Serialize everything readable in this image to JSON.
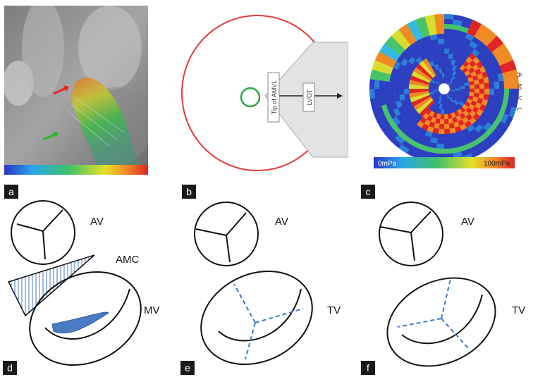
{
  "panels": {
    "a": {
      "tag": "a"
    },
    "b": {
      "tag": "b",
      "box_tip": "Tip of AMVL",
      "box_lvot": "LVOT"
    },
    "c": {
      "tag": "c",
      "scale_min": "0mPa",
      "scale_max": "100mPa",
      "side_letters": [
        "A",
        "M",
        "V",
        "L"
      ]
    },
    "d": {
      "tag": "d",
      "label_av": "AV",
      "label_amc": "AMC",
      "label_mv": "MV"
    },
    "e": {
      "tag": "e",
      "label_av": "AV",
      "label_tv": "TV"
    },
    "f": {
      "tag": "f",
      "label_av": "AV",
      "label_tv": "TV"
    }
  },
  "colors": {
    "ring_red": "#e23b3b",
    "ring_green": "#2ea84a",
    "hatch_blue": "#4a78b5",
    "leaflet_blue": "#4a7cc4",
    "dash_blue": "#3b78c8",
    "tag_bg": "#1a1a1a"
  }
}
